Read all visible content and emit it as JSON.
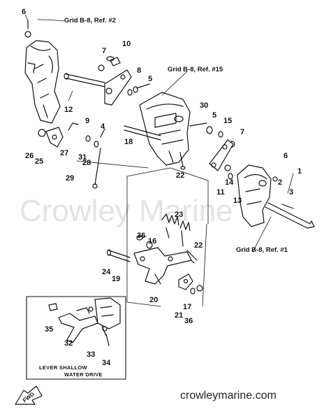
{
  "watermark": "Crowley Marine",
  "website": "crowleymarine.com",
  "references": {
    "top_left": "Grid B-8, Ref. #2",
    "middle": "Grid B-8, Ref. #15",
    "right": "Grid B-8, Ref. #1"
  },
  "inset": {
    "caption_line1": "LEVER SHALLOW",
    "caption_line2": "WATER DRIVE"
  },
  "fwd_label": "FWD",
  "part_numbers": [
    "1",
    "2",
    "3",
    "4",
    "5",
    "5",
    "6",
    "6",
    "7",
    "7",
    "8",
    "9",
    "10",
    "11",
    "12",
    "13",
    "14",
    "15",
    "16",
    "17",
    "18",
    "19",
    "20",
    "21",
    "22",
    "22",
    "23",
    "24",
    "25",
    "26",
    "27",
    "28",
    "29",
    "30",
    "31",
    "32",
    "33",
    "34",
    "35",
    "36",
    "36"
  ]
}
